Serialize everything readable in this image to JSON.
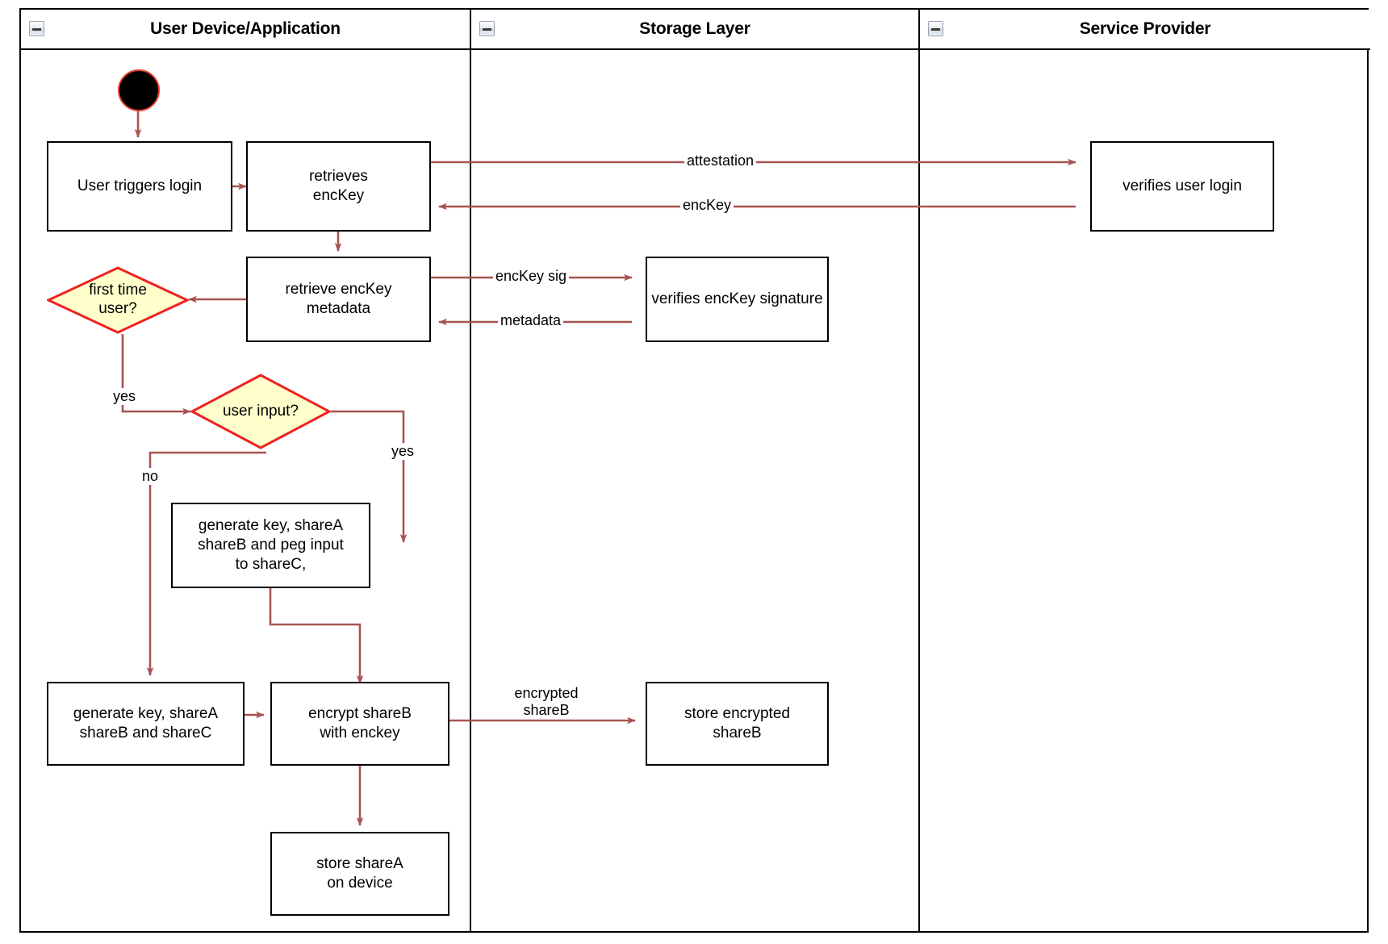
{
  "diagram": {
    "type": "uml-activity-swimlane",
    "edge_color": "#a85450",
    "decision_fill": "#ffffcc",
    "decision_stroke": "#ee2222",
    "node_stroke": "#000000",
    "start_fill": "#000000",
    "start_stroke": "#e8412f"
  },
  "lanes": [
    {
      "id": "user-device",
      "title": "User Device/Application",
      "collapse_icon": "collapse-minus-icon"
    },
    {
      "id": "storage-layer",
      "title": "Storage Layer",
      "collapse_icon": "collapse-minus-icon"
    },
    {
      "id": "service-provider",
      "title": "Service Provider",
      "collapse_icon": "collapse-minus-icon"
    }
  ],
  "nodes": {
    "start": {
      "name": "start-node",
      "label": ""
    },
    "user_triggers_login": {
      "label": "User triggers login"
    },
    "retrieves_enckey": {
      "label": "retrieves\nencKey"
    },
    "retrieve_enckey_metadata": {
      "label": "retrieve encKey\nmetadata"
    },
    "first_time_user": {
      "label": "first time\nuser?"
    },
    "user_input": {
      "label": "user input?"
    },
    "generate_key_peg": {
      "label": "generate key, shareA\nshareB and peg input\nto shareC,"
    },
    "generate_key_shares": {
      "label": "generate key, shareA\nshareB and shareC"
    },
    "encrypt_shareb": {
      "label": "encrypt shareB\nwith enckey"
    },
    "store_sharea": {
      "label": "store shareA\non device"
    },
    "verifies_user_login": {
      "label": "verifies user login"
    },
    "verifies_enckey_signature": {
      "label": "verifies encKey signature"
    },
    "store_encrypted_shareb": {
      "label": "store encrypted\nshareB"
    }
  },
  "edge_labels": {
    "attestation": "attestation",
    "enckey": "encKey",
    "enckey_sig": "encKey sig",
    "metadata": "metadata",
    "yes_first_time": "yes",
    "yes_user_input": "yes",
    "no_user_input": "no",
    "encrypted_shareb": "encrypted\nshareB"
  }
}
